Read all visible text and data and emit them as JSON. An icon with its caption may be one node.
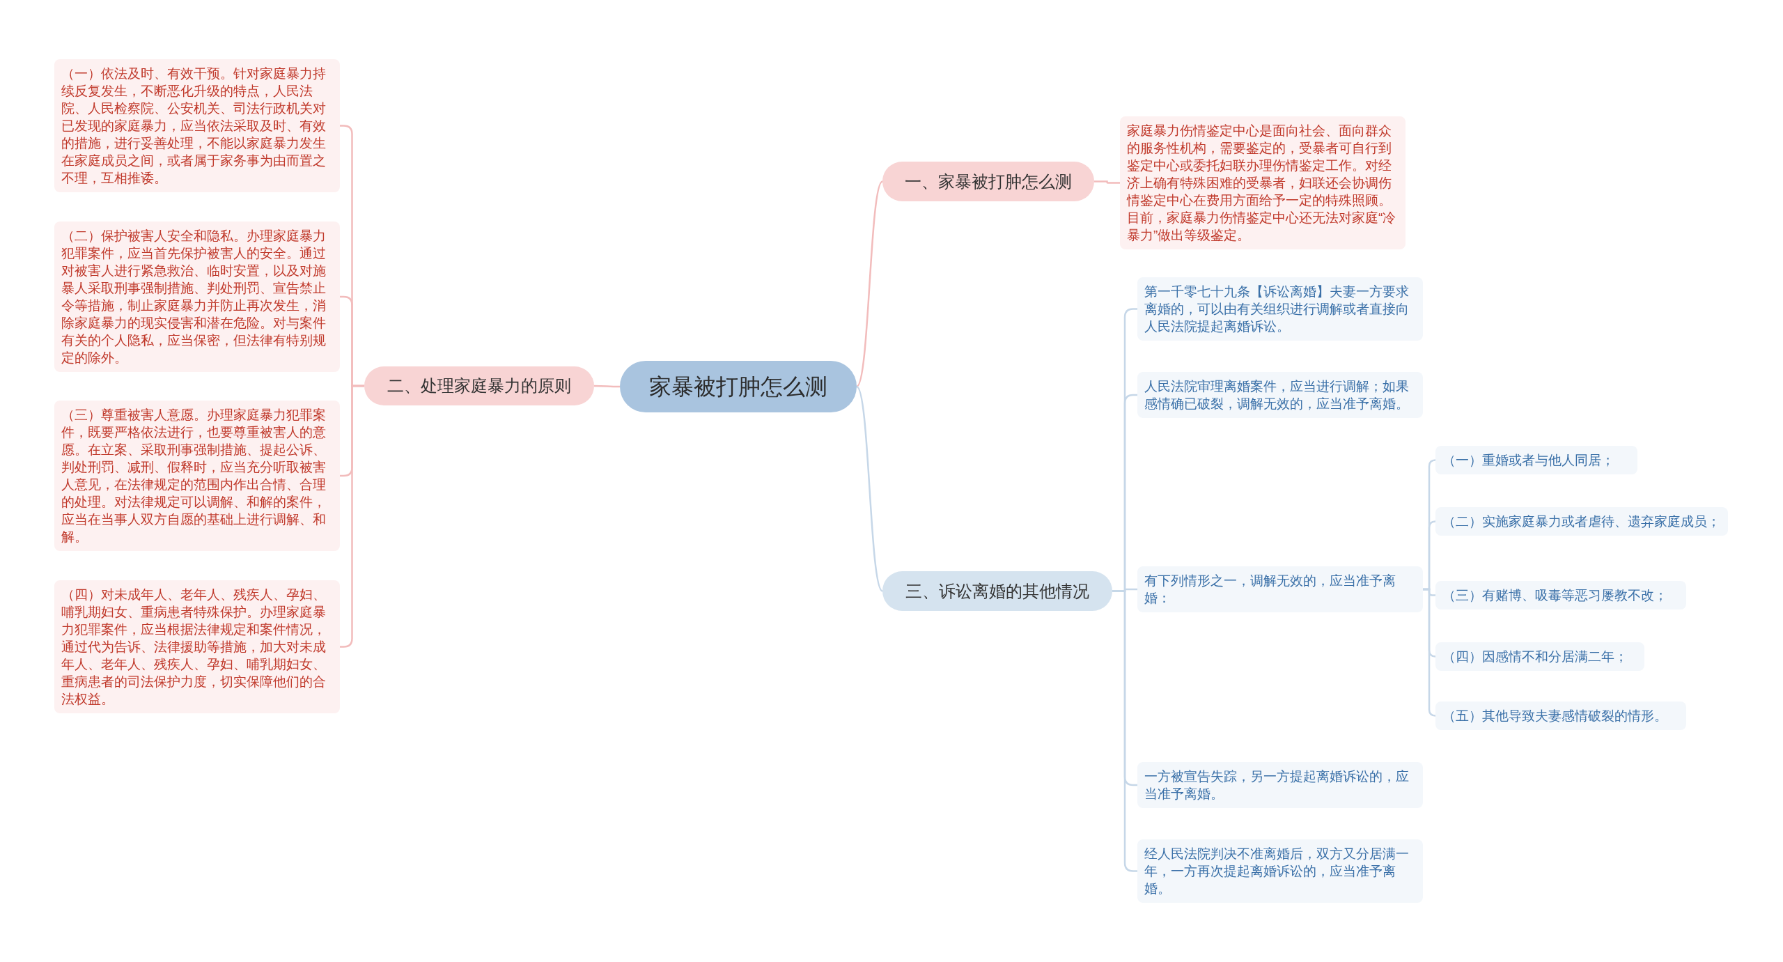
{
  "diagram": {
    "nodes": [
      {
        "text": [
          "家暴被打肿怎么测"
        ]
      },
      {
        "text": [
          "一、家暴被打肿怎么测"
        ]
      },
      {
        "text": [
          "家庭暴力伤情鉴定中心是面向社会、面向群众的服务性机构，需要鉴定的，受暴者可自行到鉴定中心或委托妇联办理伤情鉴定工作。对经济上确有特殊困难的受暴者，妇联还会协调伤情鉴定中心在费用方面给予一定的特殊照顾。目前，家庭暴力伤情鉴定中心还无法对家庭“冷暴力”做出等级鉴定。"
        ]
      },
      {
        "text": [
          "二、处理家庭暴力的原则"
        ]
      },
      {
        "text": [
          "（一）依法及时、有效干预。针对家庭暴力持续反复发生，不断恶化升级的特点，人民法院、人民检察院、公安机关、司法行政机关对已发现的家庭暴力，应当依法采取及时、有效的措施，进行妥善处理，不能以家庭暴力发生在家庭成员之间，或者属于家务事为由而置之不理，互相推诿。"
        ]
      },
      {
        "text": [
          "（二）保护被害人安全和隐私。办理家庭暴力犯罪案件，应当首先保护被害人的安全。通过对被害人进行紧急救治、临时安置，以及对施暴人采取刑事强制措施、判处刑罚、宣告禁止令等措施，制止家庭暴力并防止再次发生，消除家庭暴力的现实侵害和潜在危险。对与案件有关的个人隐私，应当保密，但法律有特别规定的除外。"
        ]
      },
      {
        "text": [
          "（三）尊重被害人意愿。办理家庭暴力犯罪案件，既要严格依法进行，也要尊重被害人的意愿。在立案、采取刑事强制措施、提起公诉、判处刑罚、减刑、假释时，应当充分听取被害人意见，在法律规定的范围内作出合情、合理的处理。对法律规定可以调解、和解的案件，应当在当事人双方自愿的基础上进行调解、和解。"
        ]
      },
      {
        "text": [
          "（四）对未成年人、老年人、残疾人、孕妇、哺乳期妇女、重病患者特殊保护。办理家庭暴力犯罪案件，应当根据法律规定和案件情况，通过代为告诉、法律援助等措施，加大对未成年人、老年人、残疾人、孕妇、哺乳期妇女、重病患者的司法保护力度，切实保障他们的合法权益。"
        ]
      },
      {
        "text": [
          "三、诉讼离婚的其他情况"
        ]
      },
      {
        "text": [
          "第一千零七十九条【诉讼离婚】夫妻一方要求离婚的，可以由有关组织进行调解或者直接向人民法院提起离婚诉讼。"
        ]
      },
      {
        "text": [
          "人民法院审理离婚案件，应当进行调解；如果感情确已破裂，调解无效的，应当准予离婚。"
        ]
      },
      {
        "text": [
          "有下列情形之一，调解无效的，应当准予离婚："
        ]
      },
      {
        "text": [
          "（一）重婚或者与他人同居；"
        ]
      },
      {
        "text": [
          "（二）实施家庭暴力或者虐待、遗弃家庭成员；"
        ]
      },
      {
        "text": [
          "（三）有赌博、吸毒等恶习屡教不改；"
        ]
      },
      {
        "text": [
          "（四）因感情不和分居满二年；"
        ]
      },
      {
        "text": [
          "（五）其他导致夫妻感情破裂的情形。"
        ]
      },
      {
        "text": [
          "一方被宣告失踪，另一方提起离婚诉讼的，应当准予离婚。"
        ]
      },
      {
        "text": [
          "经人民法院判决不准离婚后，双方又分居满一年，一方再次提起离婚诉讼的，应当准予离婚。"
        ]
      }
    ],
    "edges": [
      {
        "from": 0,
        "to": 1,
        "arrow": "none",
        "color": "#f2bcbc"
      },
      {
        "from": 1,
        "to": 2,
        "arrow": "none",
        "color": "#f2bcbc"
      },
      {
        "from": 0,
        "to": 3,
        "arrow": "none",
        "color": "#f2bcbc"
      },
      {
        "from": 3,
        "to": 4,
        "arrow": "none",
        "color": "#f2bcbc"
      },
      {
        "from": 3,
        "to": 5,
        "arrow": "none",
        "color": "#f2bcbc"
      },
      {
        "from": 3,
        "to": 6,
        "arrow": "none",
        "color": "#f2bcbc"
      },
      {
        "from": 3,
        "to": 7,
        "arrow": "none",
        "color": "#f2bcbc"
      },
      {
        "from": 0,
        "to": 8,
        "arrow": "none"
      },
      {
        "from": 8,
        "to": 9,
        "arrow": "none"
      },
      {
        "from": 8,
        "to": 10,
        "arrow": "none"
      },
      {
        "from": 8,
        "to": 11,
        "arrow": "none"
      },
      {
        "from": 11,
        "to": 12,
        "arrow": "none"
      },
      {
        "from": 11,
        "to": 13,
        "arrow": "none"
      },
      {
        "from": 11,
        "to": 14,
        "arrow": "none"
      },
      {
        "from": 11,
        "to": 15,
        "arrow": "none"
      },
      {
        "from": 11,
        "to": 16,
        "arrow": "none"
      },
      {
        "from": 8,
        "to": 17,
        "arrow": "none"
      },
      {
        "from": 8,
        "to": 18,
        "arrow": "none"
      }
    ]
  }
}
